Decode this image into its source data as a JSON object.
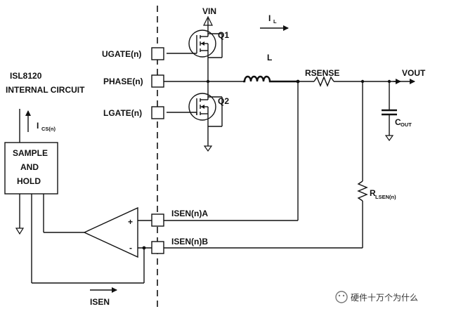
{
  "labels": {
    "vin": "VIN",
    "il_main": "I",
    "il_sub": "L",
    "q1": "Q1",
    "q2": "Q2",
    "inductor": "L",
    "rsense": "RSENSE",
    "vout": "VOUT",
    "cout_main": "C",
    "cout_sub": "OUT",
    "rlsen_main": "R",
    "rlsen_sub": "LSEN(n)",
    "ugate": "UGATE(n)",
    "phase": "PHASE(n)",
    "lgate": "LGATE(n)",
    "chip_line1": "ISL8120",
    "chip_line2": "INTERNAL CIRCUIT",
    "ics_main": "I",
    "ics_sub": "CS(n)",
    "sh_line1": "SAMPLE",
    "sh_line2": "AND",
    "sh_line3": "HOLD",
    "plus": "+",
    "minus": "-",
    "isena": "ISEN(n)A",
    "isenb": "ISEN(n)B",
    "isen": "ISEN"
  },
  "watermark": {
    "text": "硬件十万个为什么",
    "icon": "wechat-icon"
  },
  "colors": {
    "ink": "#111111",
    "background": "#ffffff"
  }
}
